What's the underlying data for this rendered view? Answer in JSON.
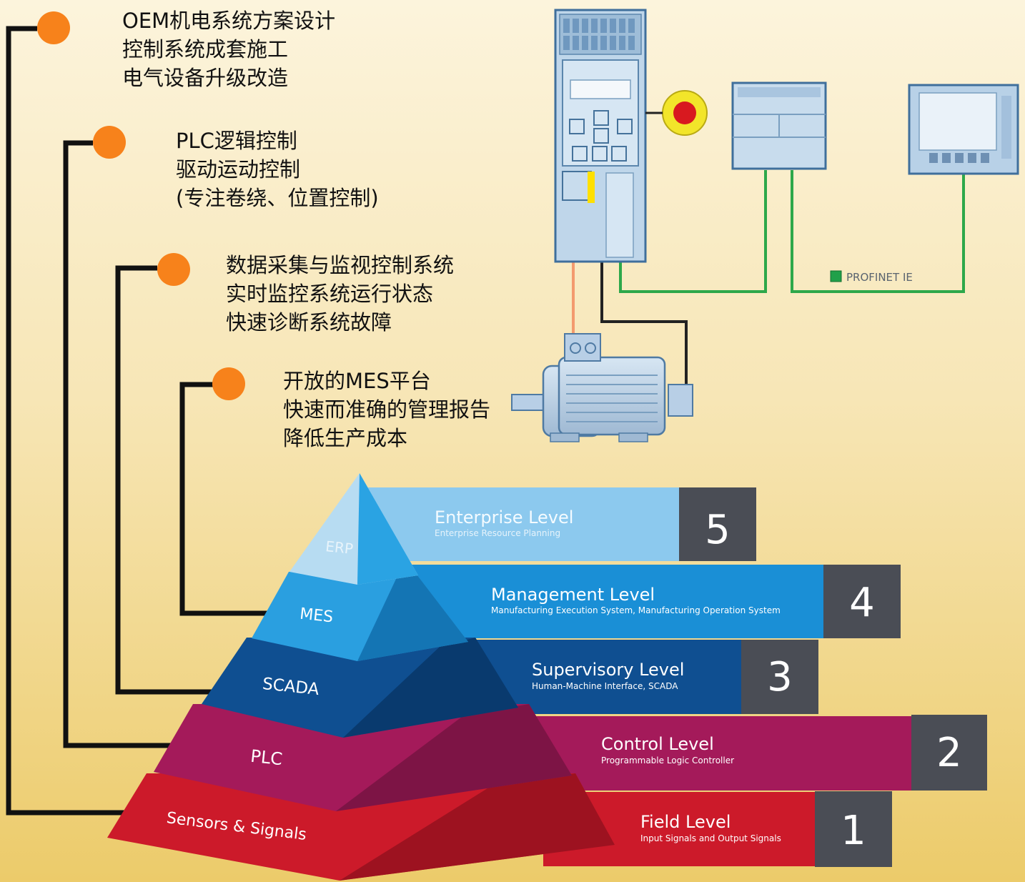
{
  "callouts": [
    {
      "lines": [
        "OEM机电系统方案设计",
        "控制系统成套施工",
        "电气设备升级改造"
      ]
    },
    {
      "lines": [
        "PLC逻辑控制",
        "驱动运动控制",
        "(专注卷绕、位置控制)"
      ]
    },
    {
      "lines": [
        "数据采集与监视控制系统",
        "实时监控系统运行状态",
        "快速诊断系统故障"
      ]
    },
    {
      "lines": [
        "开放的MES平台",
        "快速而准确的管理报告",
        "降低生产成本"
      ]
    }
  ],
  "pyramid": {
    "tiers": [
      {
        "label": "ERP",
        "number": "5",
        "title": "Enterprise Level",
        "subtitle": "Enterprise Resource Planning",
        "color": "#8cc9ee"
      },
      {
        "label": "MES",
        "number": "4",
        "title": "Management Level",
        "subtitle": "Manufacturing Execution System, Manufacturing Operation System",
        "color": "#1a8fd6"
      },
      {
        "label": "SCADA",
        "number": "3",
        "title": "Supervisory Level",
        "subtitle": "Human-Machine Interface, SCADA",
        "color": "#0f4f91"
      },
      {
        "label": "PLC",
        "number": "2",
        "title": "Control Level",
        "subtitle": "Programmable Logic Controller",
        "color": "#a41a5a"
      },
      {
        "label": "Sensors & Signals",
        "number": "1",
        "title": "Field Level",
        "subtitle": "Input Signals and Output Signals",
        "color": "#cc1a2a"
      }
    ]
  },
  "network": {
    "label": "PROFINET IE"
  },
  "colors": {
    "marker": "#f7821b",
    "connector": "#111111",
    "number_box": "#4a4d55",
    "network_line": "#2da84a"
  },
  "icons": [
    "drive-unit-icon",
    "emergency-stop-icon",
    "plc-module-icon",
    "hmi-panel-icon",
    "motor-icon"
  ]
}
